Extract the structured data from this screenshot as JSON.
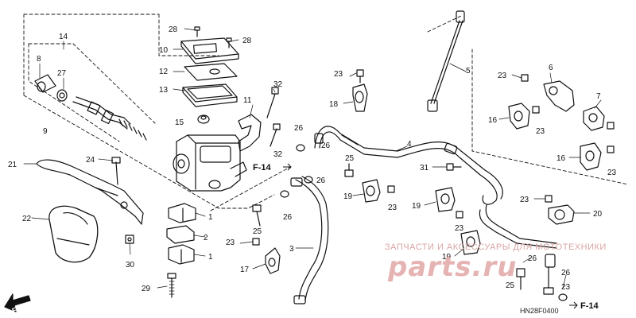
{
  "callouts": [
    {
      "id": "c28a",
      "text": "28"
    },
    {
      "id": "c28b",
      "text": "28"
    },
    {
      "id": "c10",
      "text": "10"
    },
    {
      "id": "c14",
      "text": "14"
    },
    {
      "id": "c8",
      "text": "8"
    },
    {
      "id": "c27",
      "text": "27"
    },
    {
      "id": "c12",
      "text": "12"
    },
    {
      "id": "c13",
      "text": "13"
    },
    {
      "id": "c9",
      "text": "9"
    },
    {
      "id": "c32a",
      "text": "32"
    },
    {
      "id": "c11",
      "text": "11"
    },
    {
      "id": "c15",
      "text": "15"
    },
    {
      "id": "c32b",
      "text": "32"
    },
    {
      "id": "c21",
      "text": "21"
    },
    {
      "id": "c24",
      "text": "24"
    },
    {
      "id": "c22",
      "text": "22"
    },
    {
      "id": "c30",
      "text": "30"
    },
    {
      "id": "c1a",
      "text": "1"
    },
    {
      "id": "c2",
      "text": "2"
    },
    {
      "id": "c1b",
      "text": "1"
    },
    {
      "id": "c23a",
      "text": "23"
    },
    {
      "id": "c29",
      "text": "29"
    },
    {
      "id": "c17",
      "text": "17"
    },
    {
      "id": "c25a",
      "text": "25"
    },
    {
      "id": "c26a",
      "text": "26"
    },
    {
      "id": "c26b",
      "text": "26"
    },
    {
      "id": "c26c",
      "text": "26"
    },
    {
      "id": "c26d",
      "text": "26"
    },
    {
      "id": "c3",
      "text": "3"
    },
    {
      "id": "c23b",
      "text": "23"
    },
    {
      "id": "c18",
      "text": "18"
    },
    {
      "id": "c4",
      "text": "4"
    },
    {
      "id": "c25b",
      "text": "25"
    },
    {
      "id": "c19a",
      "text": "19"
    },
    {
      "id": "c23c",
      "text": "23"
    },
    {
      "id": "c31",
      "text": "31"
    },
    {
      "id": "c19b",
      "text": "19"
    },
    {
      "id": "c23d",
      "text": "23"
    },
    {
      "id": "c5",
      "text": "5"
    },
    {
      "id": "c23e",
      "text": "23"
    },
    {
      "id": "c6",
      "text": "6"
    },
    {
      "id": "c7",
      "text": "7"
    },
    {
      "id": "c16a",
      "text": "16"
    },
    {
      "id": "c23f",
      "text": "23"
    },
    {
      "id": "c16b",
      "text": "16"
    },
    {
      "id": "c23g",
      "text": "23"
    },
    {
      "id": "c23h",
      "text": "23"
    },
    {
      "id": "c20",
      "text": "20"
    },
    {
      "id": "c19c",
      "text": "19"
    },
    {
      "id": "c26e",
      "text": "26"
    },
    {
      "id": "c25c",
      "text": "25"
    },
    {
      "id": "c26f",
      "text": "26"
    },
    {
      "id": "c23i",
      "text": "23"
    }
  ],
  "ref_labels": [
    {
      "id": "f14a",
      "text": "F-14"
    },
    {
      "id": "f14b",
      "text": "F-14"
    }
  ],
  "front_arrow": "FR.",
  "watermark": {
    "line1": "ЗАПЧАСТИ И АКСЕССУАРЫ ДЛЯ МОТОТЕХНИКИ",
    "line2": "parts.ru"
  },
  "diagram_code": "HN28F0400"
}
